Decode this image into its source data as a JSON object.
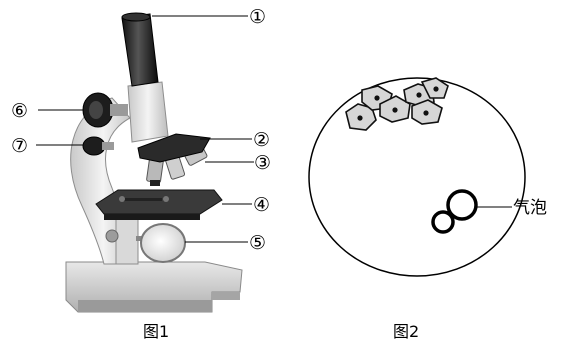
{
  "figure1": {
    "caption": "图1",
    "labels": [
      {
        "id": "1",
        "text": "①"
      },
      {
        "id": "2",
        "text": "②"
      },
      {
        "id": "3",
        "text": "③"
      },
      {
        "id": "4",
        "text": "④"
      },
      {
        "id": "5",
        "text": "⑤"
      },
      {
        "id": "6",
        "text": "⑥"
      },
      {
        "id": "7",
        "text": "⑦"
      }
    ]
  },
  "figure2": {
    "caption": "图2",
    "bubble_label": "气泡"
  }
}
